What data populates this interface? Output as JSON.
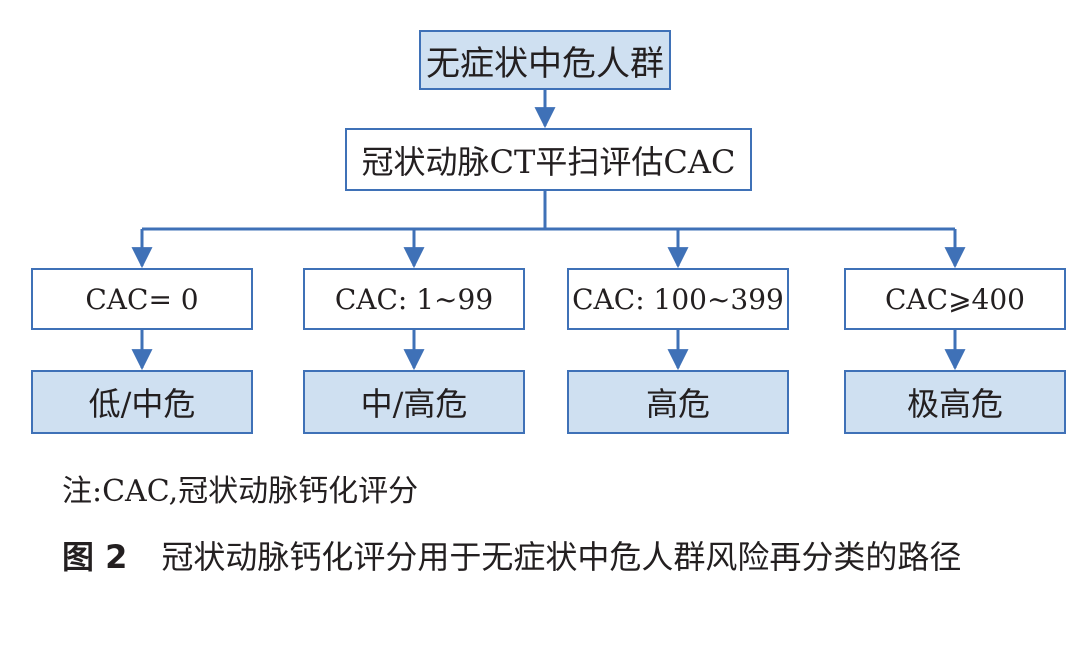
{
  "diagram": {
    "top_node": "无症状中危人群",
    "assessment_node": "冠状动脉CT平扫评估CAC",
    "branches": [
      {
        "condition": "CAC= 0",
        "risk": "低/中危"
      },
      {
        "condition": "CAC: 1~99",
        "risk": "中/高危"
      },
      {
        "condition": "CAC: 100~399",
        "risk": "高危"
      },
      {
        "condition": "CAC⩾400",
        "risk": "极高危"
      }
    ]
  },
  "note": "注:CAC,冠状动脉钙化评分",
  "caption": {
    "label": "图 2",
    "text": "冠状动脉钙化评分用于无症状中危人群风险再分类的路径"
  },
  "colors": {
    "border": "#3f71b7",
    "fill": "#cfe0f1",
    "arrow": "#3f71b7"
  }
}
